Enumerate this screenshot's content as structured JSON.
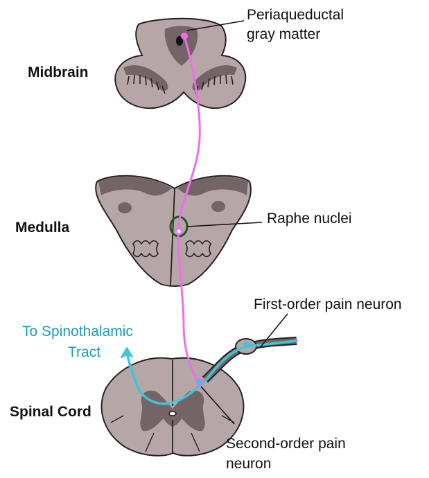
{
  "regions": {
    "midbrain": "Midbrain",
    "medulla": "Medulla",
    "spinal_cord": "Spinal Cord"
  },
  "annotations": {
    "pag_line1": "Periaqueductal",
    "pag_line2": "gray matter",
    "raphe": "Raphe nuclei",
    "first_order": "First-order pain neuron",
    "spino_line1": "To Spinothalamic",
    "spino_line2": "Tract",
    "second_line1": "Second-order pain",
    "second_line2": "neuron"
  },
  "colors": {
    "tissue": "#b7a6a8",
    "gray_matter": "#756467",
    "outline": "#222222",
    "descending_pathway": "#f06ee8",
    "pain_pathway": "#3ec6d8",
    "raphe_ring": "#1b5e20",
    "label_cyan": "#1a9ab5"
  }
}
